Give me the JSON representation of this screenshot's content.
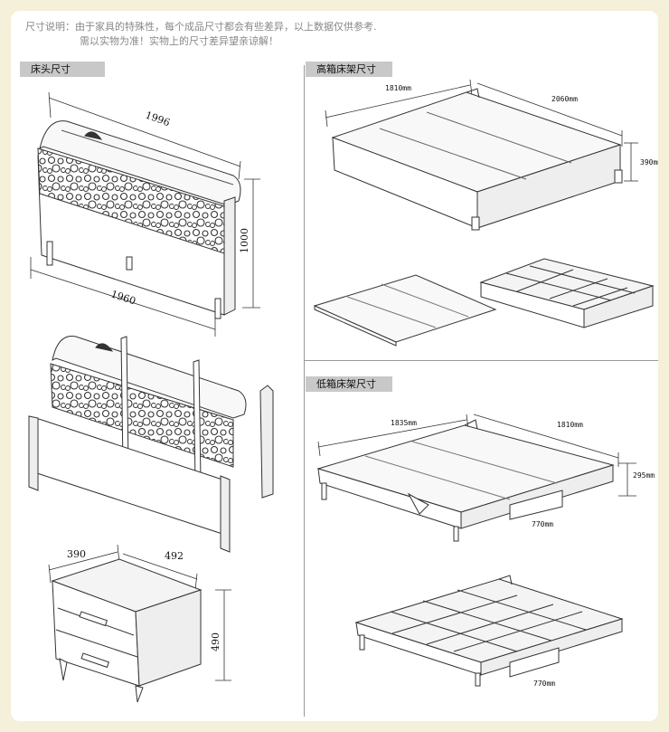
{
  "note": {
    "line1": "尺寸说明：由于家具的特殊性，每个成品尺寸都会有些差异，以上数据仅供参考.",
    "line2": "需以实物为准！实物上的尺寸差异望亲谅解！"
  },
  "sections": {
    "headboard": "床头尺寸",
    "high_box": "高箱床架尺寸",
    "low_box": "低箱床架尺寸"
  },
  "dims": {
    "headboard_width": "1996",
    "headboard_base_width": "1960",
    "headboard_height": "1000",
    "high_width": "1810mm",
    "high_length": "2060mm",
    "high_height": "390mm",
    "low_length": "1835mm",
    "low_width": "1810mm",
    "low_height": "295mm",
    "low_drawer": "770mm",
    "low_drawer2": "770mm",
    "nightstand_depth": "390",
    "nightstand_width": "492",
    "nightstand_height": "490"
  }
}
